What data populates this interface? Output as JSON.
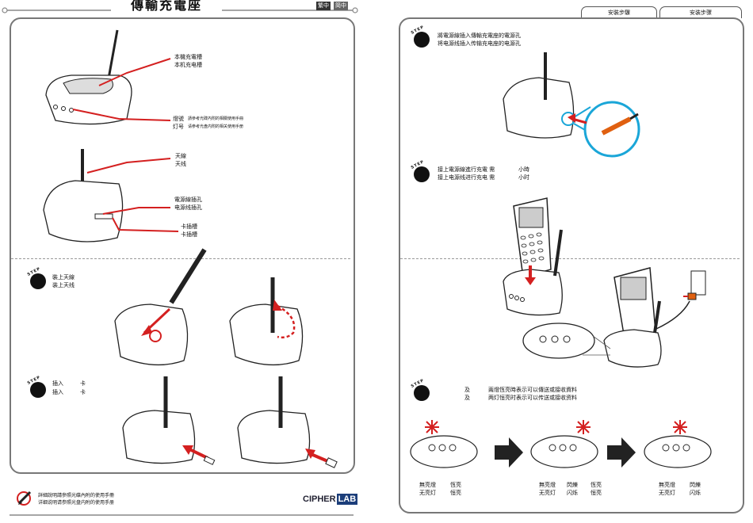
{
  "header": {
    "title": "傳輸充電座",
    "badge_trad": "繁中",
    "badge_simp": "简中"
  },
  "tabs": [
    "安裝步驟",
    "安装步骤"
  ],
  "left": {
    "slot_trad": "本機充電槽",
    "slot_simp": "本机充电槽",
    "light_trad": "燈號",
    "light_note_trad": "請參考光碟內附的相關使用手冊",
    "light_simp": "灯号",
    "light_note_simp": "请参考光盘内附的相关使用手册",
    "antenna_trad": "天線",
    "antenna_simp": "天线",
    "power_trad": "電源線插孔",
    "power_simp": "电源线插孔",
    "card_trad": "卡插槽",
    "card_simp": "卡插槽",
    "step1_trad": "裝上天線",
    "step1_simp": "装上天线",
    "step2_trad": "插入",
    "step2_card": "卡",
    "step2_simp": "插入",
    "footer_trad": "詳細說明請參照光碟內附的使用手冊",
    "footer_simp": "详细说明请参照光盘内附的使用手册",
    "brand_a": "CIPHER",
    "brand_b": "LAB"
  },
  "right": {
    "step1_trad": "將電源線插入傳輸充電座的電源孔",
    "step1_simp": "将电源线插入传输充电座的电源孔",
    "step2_trad": "接上電源線進行充電 需",
    "step2_trad_unit": "小時",
    "step2_simp": "接上电源线进行充电 需",
    "step2_simp_unit": "小时",
    "step3_ji1": "及",
    "step3_ji2": "及",
    "step3_trad": "兩燈恆亮時表示可以傳送或接收資料",
    "step3_simp": "两灯恒亮时表示可以传送或接收资料",
    "states": [
      {
        "a_trad": "無亮燈",
        "b_trad": "恆亮",
        "a_simp": "无亮灯",
        "b_simp": "恒亮"
      },
      {
        "a_trad": "無亮燈",
        "b_trad": "閃爍",
        "c_trad": "恆亮",
        "a_simp": "无亮灯",
        "b_simp": "闪烁",
        "c_simp": "恒亮"
      },
      {
        "a_trad": "無亮燈",
        "b_trad": "閃爍",
        "a_simp": "无亮灯",
        "b_simp": "闪烁"
      }
    ]
  },
  "step_word": "STEP",
  "colors": {
    "accent": "#d42020",
    "frame": "#777777",
    "blue": "#1aa6d8"
  }
}
